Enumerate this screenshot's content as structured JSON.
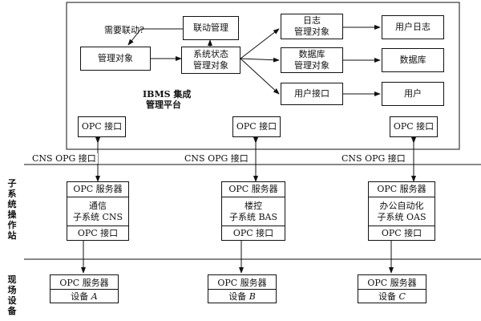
{
  "top_question": "需要联动?",
  "platform": {
    "title_line1": "IBMS 集成",
    "title_line2": "管理平台"
  },
  "nodes": {
    "linkage_mgmt": "联动管理",
    "managed_object": "管理对象",
    "system_status_l1": "系统状态",
    "system_status_l2": "管理对象",
    "log_l1": "日志",
    "log_l2": "管理对象",
    "db_obj_l1": "数据库",
    "db_obj_l2": "管理对象",
    "user_interface": "用户接口",
    "user_log": "用户日志",
    "database": "数据库",
    "user": "用户"
  },
  "opc_interface": "OPC 接口",
  "bus_labels": [
    "CNS OPG 接口",
    "CNS OPG 接口",
    "CNS OPG 接口"
  ],
  "section_labels": {
    "subsystem_ops": "子系统操作站",
    "field_devices": "现场设备"
  },
  "servers": [
    {
      "title": "OPC 服务器",
      "name_l1": "通信",
      "name_l2": "子系统 CNS",
      "iface": "OPC 接口"
    },
    {
      "title": "OPC 服务器",
      "name_l1": "楼控",
      "name_l2": "子系统 BAS",
      "iface": "OPC 接口"
    },
    {
      "title": "OPC 服务器",
      "name_l1": "办公自动化",
      "name_l2": "子系统 OAS",
      "iface": "OPC 接口"
    }
  ],
  "devices": [
    {
      "title": "OPC 服务器",
      "name_prefix": "设备",
      "name_letter": "A"
    },
    {
      "title": "OPC 服务器",
      "name_prefix": "设备",
      "name_letter": "B"
    },
    {
      "title": "OPC 服务器",
      "name_prefix": "设备",
      "name_letter": "C"
    }
  ]
}
